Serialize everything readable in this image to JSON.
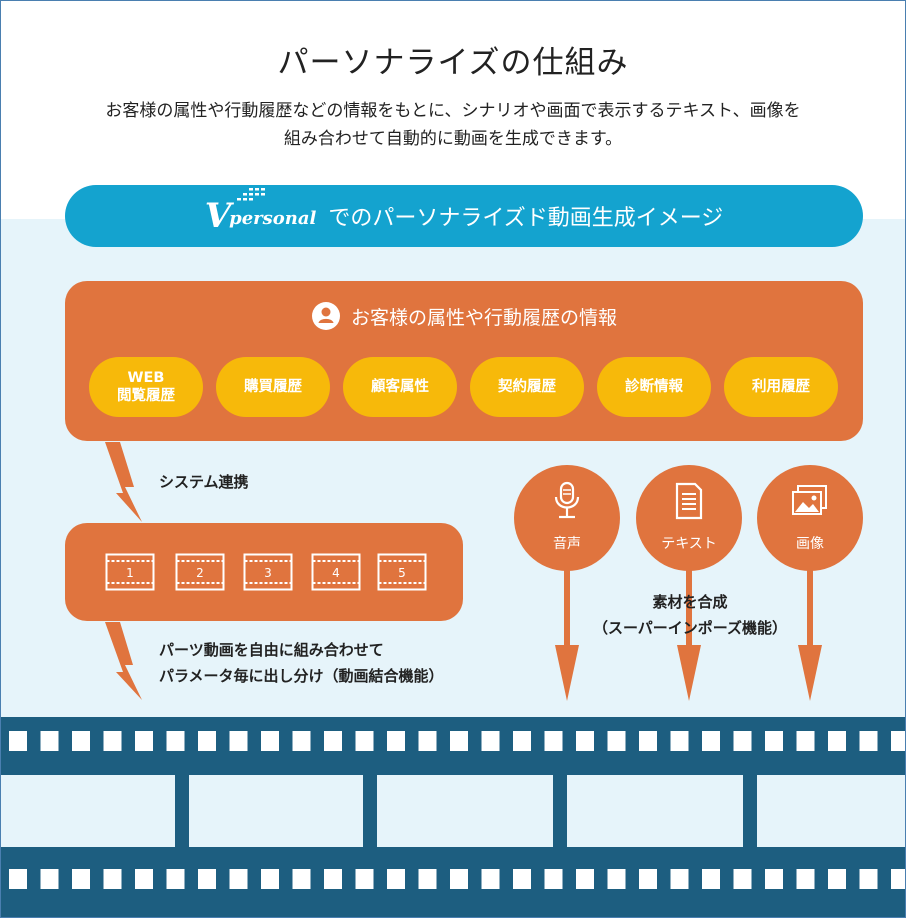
{
  "header": {
    "title": "パーソナライズの仕組み",
    "description_line1": "お客様の属性や行動履歴などの情報をもとに、シナリオや画面で表示するテキスト、画像を",
    "description_line2": "組み合わせて自動的に動画を生成できます。"
  },
  "banner": {
    "logo_v": "V",
    "logo_word": "personal",
    "text": "でのパーソナライズド動画生成イメージ"
  },
  "attributes": {
    "heading": "お客様の属性や行動履歴の情報",
    "icon": "person-pin-icon",
    "items": [
      {
        "line1": "WEB",
        "line2": "閲覧履歴"
      },
      {
        "line1": "購買履歴",
        "line2": ""
      },
      {
        "line1": "顧客属性",
        "line2": ""
      },
      {
        "line1": "契約履歴",
        "line2": ""
      },
      {
        "line1": "診断情報",
        "line2": ""
      },
      {
        "line1": "利用履歴",
        "line2": ""
      }
    ]
  },
  "system_link_label": "システム連携",
  "parts": {
    "frames": [
      "1",
      "2",
      "3",
      "4",
      "5"
    ],
    "caption_line1": "パーツ動画を自由に組み合わせて",
    "caption_line2": "パラメータ毎に出し分け（動画結合機能）"
  },
  "materials": {
    "items": [
      {
        "label": "音声",
        "icon": "microphone-icon"
      },
      {
        "label": "テキスト",
        "icon": "document-icon"
      },
      {
        "label": "画像",
        "icon": "image-icon"
      }
    ],
    "caption_line1": "素材を合成",
    "caption_line2": "（スーパーインポーズ機能）"
  },
  "colors": {
    "orange": "#e0743e",
    "yellow": "#f7b90a",
    "banner_blue": "#14a3cf",
    "film_blue": "#1d5e80",
    "light_bg": "#e6f4fa"
  }
}
